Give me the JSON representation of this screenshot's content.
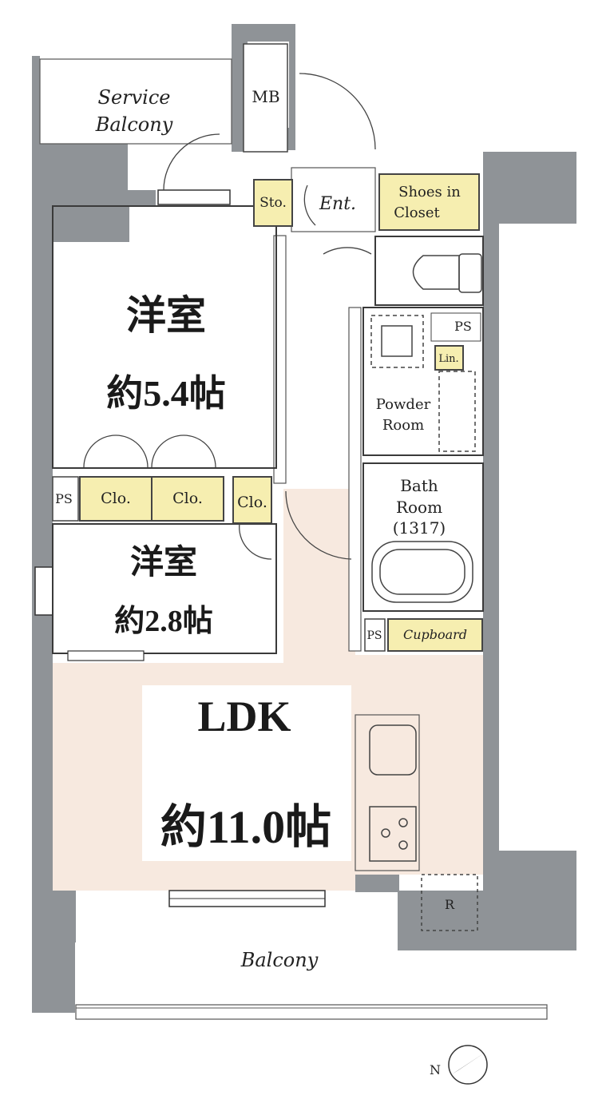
{
  "rooms": {
    "service_balcony": "Service\nBalcony",
    "service_balcony_line1": "Service",
    "service_balcony_line2": "Balcony",
    "mb": "MB",
    "storage": "Sto.",
    "entrance": "Ent.",
    "shoes_closet_line1": "Shoes in",
    "shoes_closet_line2": "Closet",
    "western_room_1_name": "洋室",
    "western_room_1_size": "約5.4帖",
    "ps_right_top": "PS",
    "linen": "Lin.",
    "powder_room_line1": "Powder",
    "powder_room_line2": "Room",
    "bath_room_line1": "Bath",
    "bath_room_line2": "Room",
    "bath_room_size": "(1317)",
    "ps_left": "PS",
    "closet_a": "Clo.",
    "closet_b": "Clo.",
    "closet_c": "Clo.",
    "western_room_2_name": "洋室",
    "western_room_2_size": "約2.8帖",
    "ps_cupboard": "PS",
    "cupboard": "Cupboard",
    "ldk_name": "LDK",
    "ldk_size": "約11.0帖",
    "refrigerator": "R",
    "balcony": "Balcony"
  },
  "compass": {
    "label": "N"
  },
  "colors": {
    "wall": "#8f9397",
    "floor_ldk": "#f7e9df",
    "storage": "#f6eeb0",
    "label_bg": "#ffffff"
  }
}
